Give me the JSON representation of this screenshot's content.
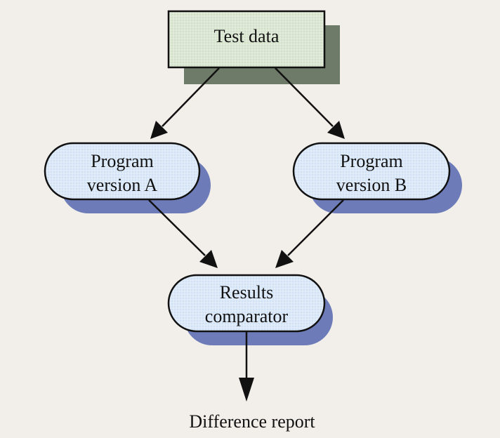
{
  "diagram": {
    "nodes": {
      "test_data": {
        "label": "Test data"
      },
      "program_a": {
        "line1": "Program",
        "line2": "version A"
      },
      "program_b": {
        "line1": "Program",
        "line2": "version B"
      },
      "comparator": {
        "line1": "Results",
        "line2": "comparator"
      }
    },
    "output_label": "Difference report",
    "colors": {
      "background": "#f2efea",
      "data_box_fill": "#dde8d4",
      "data_box_shadow": "#6e7b68",
      "process_fill": "#dce9f8",
      "process_shadow": "#6d7cb8",
      "stroke": "#111111"
    }
  }
}
